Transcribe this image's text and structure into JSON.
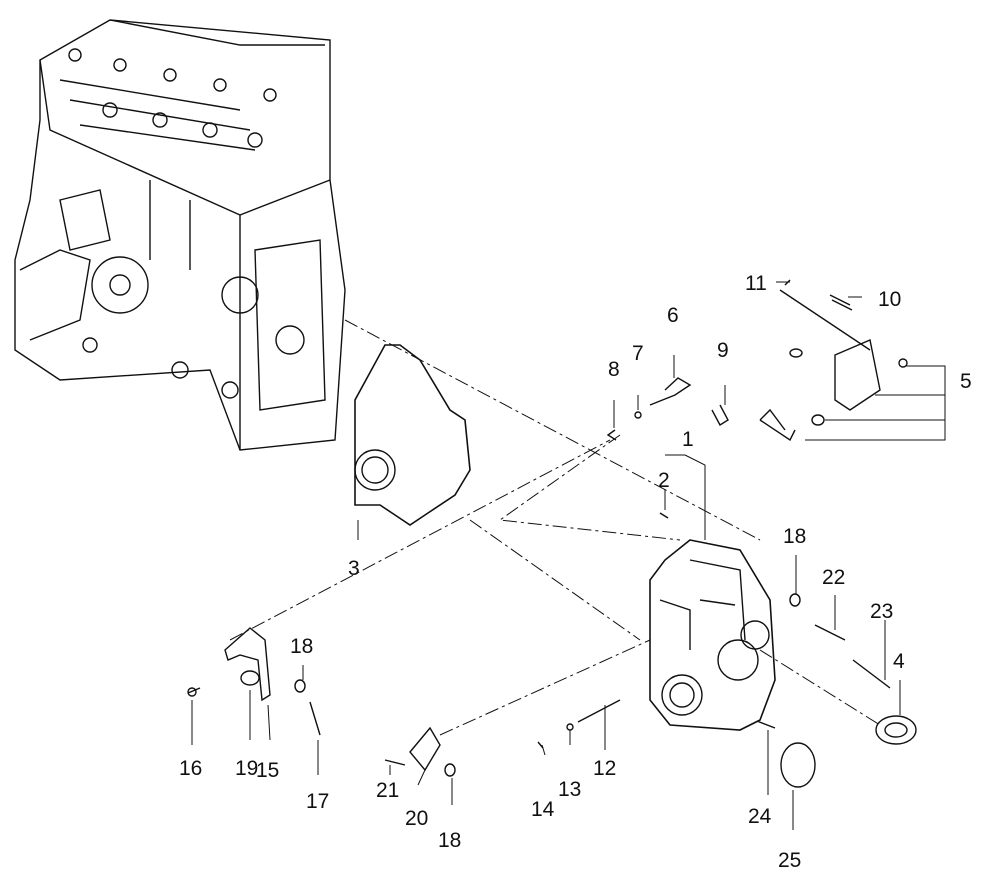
{
  "diagram": {
    "labels": [
      "1",
      "2",
      "3",
      "4",
      "5",
      "6",
      "7",
      "8",
      "9",
      "10",
      "11",
      "12",
      "13",
      "14",
      "15",
      "16",
      "17",
      "18",
      "18",
      "18",
      "19",
      "20",
      "21",
      "22",
      "23",
      "24",
      "25"
    ]
  }
}
